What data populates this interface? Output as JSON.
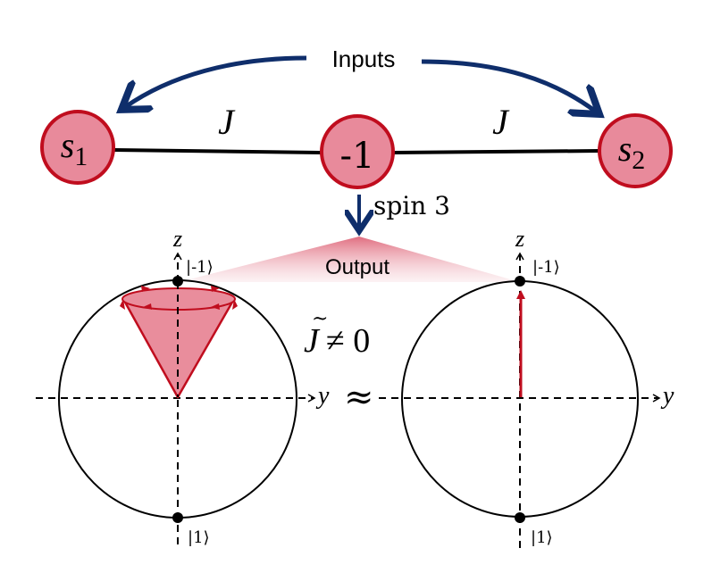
{
  "inputs_label": "Inputs",
  "output_label": "Output",
  "coupling_label_left": "J",
  "coupling_label_right": "J",
  "nodes": [
    {
      "id": "s1",
      "base": "s",
      "sub": "1"
    },
    {
      "id": "spin3",
      "label": "-1"
    },
    {
      "id": "s2",
      "base": "s",
      "sub": "2"
    }
  ],
  "spin_arrow_label": "spin 3",
  "condition_label_base": "J",
  "condition_label_rest": "≠ 0",
  "approx_symbol": "≈",
  "left_sphere": {
    "z_axis_label": "z",
    "y_axis_label": "y",
    "top_state": "|-1⟩",
    "bottom_state": "|1⟩"
  },
  "right_sphere": {
    "z_axis_label": "z",
    "y_axis_label": "y",
    "top_state": "|-1⟩",
    "bottom_state": "|1⟩"
  },
  "colors": {
    "node_fill": "#e88a9b",
    "node_stroke": "#c00d1e",
    "arrow_navy": "#0f2e6b",
    "cone_fill": "#e98d9c",
    "cone_stroke": "#c00d1e",
    "wedge": "#e27384"
  }
}
